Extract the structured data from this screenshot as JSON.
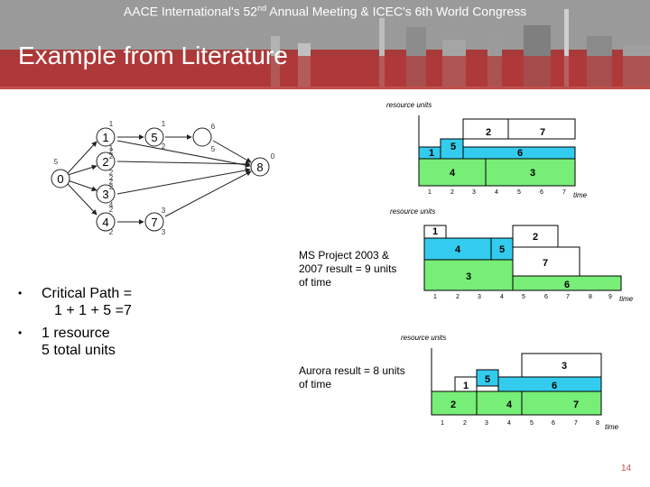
{
  "header": {
    "conference_pre": "AACE International's 52",
    "conference_sup": "nd",
    "conference_post": " Annual Meeting & ICEC's 6th World Congress",
    "title": "Example from Literature"
  },
  "network": {
    "nodes": [
      "0",
      "1",
      "2",
      "3",
      "4",
      "5",
      "7",
      "8"
    ],
    "node_labels_above": [
      "1",
      "1",
      "6",
      "2",
      "2",
      "3"
    ],
    "node_labels_below": [
      "1",
      "2",
      "5",
      "2",
      "2",
      "2",
      "2",
      "4",
      "2",
      "2",
      "3",
      "5",
      "0"
    ]
  },
  "bullets": [
    {
      "line1": "Critical Path =",
      "line2": "1 + 1 + 5 =7"
    },
    {
      "line1": "1 resource",
      "line2": "5 total units"
    }
  ],
  "notes": {
    "msproject": "MS Project 2003 & 2007 result = 9 units of time",
    "aurora": "Aurora result = 8 units of time"
  },
  "schedules": {
    "axis_y": "resource units",
    "axis_x": "time",
    "ticks": [
      "1",
      "2",
      "3",
      "4",
      "5",
      "6",
      "7",
      "8",
      "9"
    ],
    "top": [
      "2",
      "7",
      "5",
      "1",
      "6",
      "4",
      "3"
    ],
    "middle": [
      "1",
      "2",
      "4",
      "5",
      "7",
      "3",
      "6"
    ],
    "bottom": [
      "3",
      "1",
      "5",
      "6",
      "2",
      "4",
      "7"
    ]
  },
  "colors": {
    "cyan": "#33ccee",
    "green": "#77ee77",
    "accent": "#c0504d"
  },
  "page_number": "14"
}
